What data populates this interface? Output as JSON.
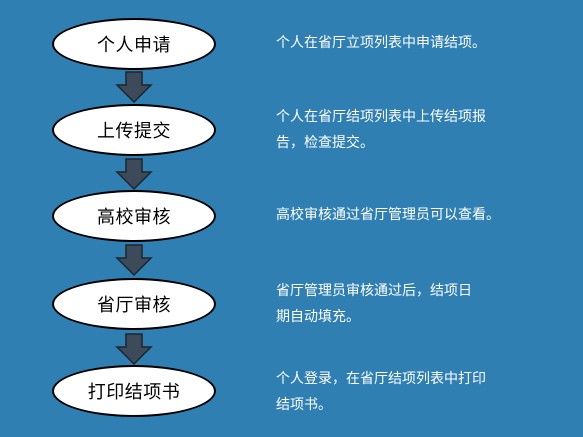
{
  "colors": {
    "background": "#2f7fb3",
    "oval_fill": "#ffffff",
    "oval_border": "#000000",
    "arrow_fill": "#3c4a59",
    "text_light": "#ffffff"
  },
  "steps": [
    {
      "label": "个人申请",
      "description": [
        "个人在省厅立项列表中申请结项。"
      ]
    },
    {
      "label": "上传提交",
      "description": [
        "个人在省厅结项列表中上传结项报",
        "告，检查提交。"
      ]
    },
    {
      "label": "高校审核",
      "description": [
        "高校审核通过省厅管理员可以查看。"
      ]
    },
    {
      "label": "省厅审核",
      "description": [
        "省厅管理员审核通过后，结项日",
        "期自动填充。"
      ]
    },
    {
      "label": "打印结项书",
      "description": [
        "个人登录，在省厅结项列表中打印",
        "结项书。"
      ]
    }
  ],
  "connector_icon": "down-arrow-icon"
}
